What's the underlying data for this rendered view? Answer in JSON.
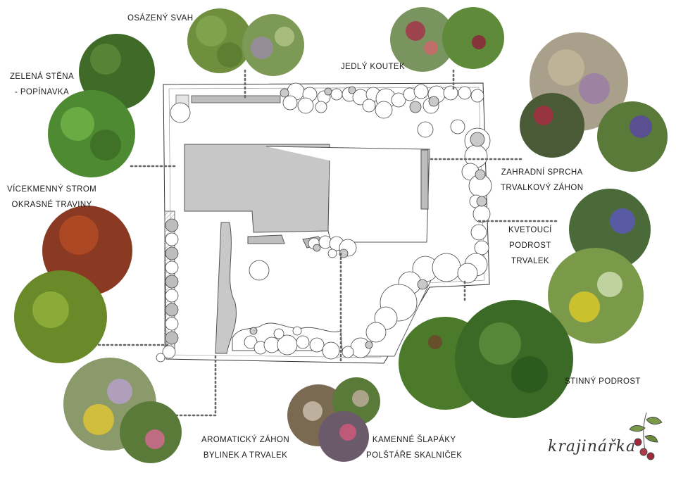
{
  "labels": {
    "osazeny_svah": "OSÁZENÝ SVAH",
    "zelena_stena": [
      "ZELENÁ STĚNA",
      "- POPÍNAVKA"
    ],
    "jedly_koutek": "JEDLÝ KOUTEK",
    "sprcha": [
      "ZAHRADNÍ SPRCHA",
      "TRVALKOVÝ ZÁHON"
    ],
    "vicekmenny": [
      "VÍCEKMENNÝ STROM",
      "OKRASNÉ TRAVINY"
    ],
    "kvetouci": [
      "KVETOUCÍ",
      "PODROST",
      "TRVALEK"
    ],
    "stinny": "STINNÝ PODROST",
    "aromaticky": [
      "AROMATICKÝ ZÁHON",
      "BYLINEK A TRVALEK"
    ],
    "slapaky": [
      "KAMENNÉ ŠLAPÁKY",
      "POLŠTÁŘE SKALNIČEK"
    ]
  },
  "logo": "krajinářka"
}
